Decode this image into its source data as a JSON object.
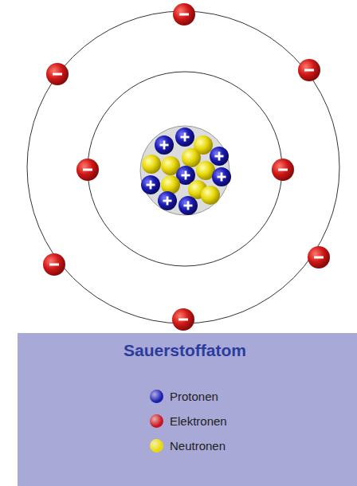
{
  "diagram": {
    "title": "Sauerstoffatom",
    "legend": [
      {
        "text": "Protonen",
        "color": "#1b1bb0"
      },
      {
        "text": "Elektronen",
        "color": "#c8141e"
      },
      {
        "text": "Neutronen",
        "color": "#e8d80a"
      }
    ]
  }
}
